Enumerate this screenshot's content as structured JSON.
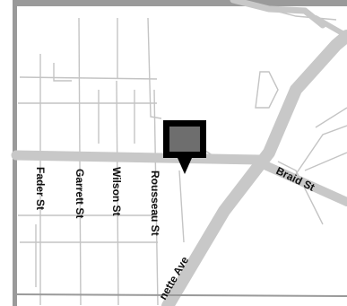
{
  "map": {
    "colors": {
      "background": "#ffffff",
      "frame": "#9a9a9a",
      "major_road": "#c8c8c8",
      "minor_road": "#dedede",
      "label_text": "#111111",
      "marker_fill": "#6e6e6e",
      "marker_border": "#000000"
    },
    "streets": {
      "fader": "Fader St",
      "garrett": "Garrett St",
      "wilson": "Wilson St",
      "rousseau": "Rousseau St",
      "braid": "Braid St",
      "avenue": "nette Ave"
    },
    "marker": {
      "icon": "map-pin-icon"
    }
  }
}
